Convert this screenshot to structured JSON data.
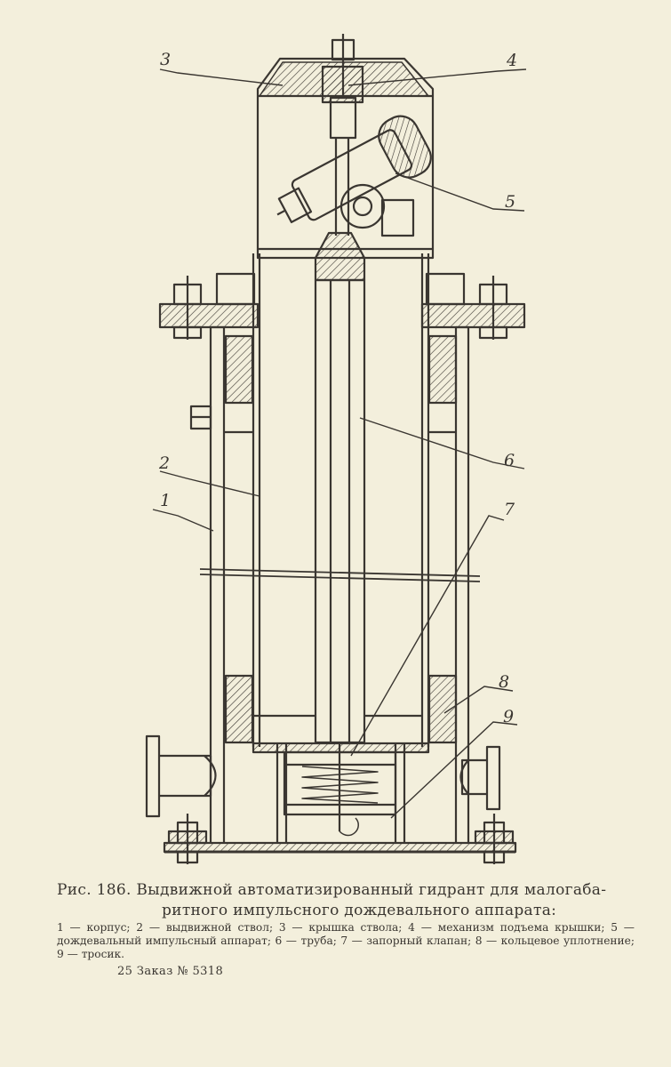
{
  "figure": {
    "callouts": [
      "1",
      "2",
      "3",
      "4",
      "5",
      "6",
      "7",
      "8",
      "9"
    ],
    "ink_color": "#3a3631",
    "paper_color": "#f3efdc"
  },
  "caption": {
    "title_line1": "Рис. 186. Выдвижной автоматизированный гидрант для малогаба-",
    "title_line2": "ритного импульсного дождевального аппарата:",
    "legend": "1 — корпус; 2 — выдвижной ствол; 3 — крышка ствола; 4 — механизм подъема крышки; 5 — дождевальный импульсный аппарат; 6 — труба; 7 — запорный клапан; 8 — кольцевое уплотнение; 9 — тросик."
  },
  "footer": {
    "order_line": "25 Заказ № 5318"
  }
}
